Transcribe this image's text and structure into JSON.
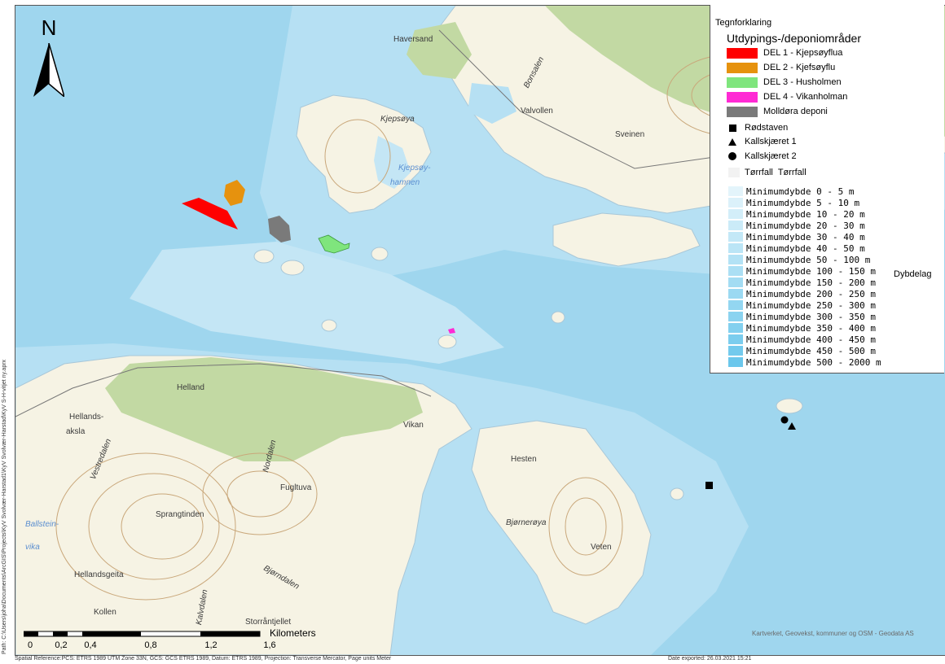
{
  "colors": {
    "deep_water": "#9fd6ee",
    "mid_water": "#b6e0f3",
    "shallow_water": "#d2eefa",
    "land": "#f6f3e4",
    "forest": "#c2d9a3",
    "contour": "#c9a77a",
    "del1": "#ff0000",
    "del2": "#e6920e",
    "del3": "#7fe57d",
    "del4": "#ff2ad4",
    "molldora": "#7a7a7a"
  },
  "map": {
    "north_label": "N",
    "north_icon": "north-arrow",
    "places": {
      "haversand": "Haversand",
      "bonsalen": "Bonsalen",
      "valvollen": "Valvollen",
      "sveinen": "Sveinen",
      "kjepsoya": "Kjepsøya",
      "kjepsoy": "Kjepsøy-",
      "hamnen": "hamnen",
      "helland": "Helland",
      "hellands": "Hellands-",
      "aksla": "aksla",
      "vestredalen": "Vestredalen",
      "nordalen": "Nordalen",
      "fugltuva": "Fugltuva",
      "sprangtinden": "Sprangtinden",
      "ballstein": "Ballstein-",
      "vika": "vika",
      "hellandsgeita": "Hellandsgeita",
      "bjornadalen": "Bjørndalen",
      "kollen": "Kollen",
      "kalvdalen": "Kalvdalen",
      "storrantjellet": "Storråntjellet",
      "vikan": "Vikan",
      "hesten": "Hesten",
      "bjornaroya": "Bjørnerøya",
      "veten": "Veten"
    },
    "scale": {
      "ticks": [
        "0",
        "0,2",
        "0,4",
        "0,8",
        "1,2",
        "1,6"
      ],
      "unit": "Kilometers"
    },
    "credit": "Kartverket, Geovekst, kommuner og OSM - Geodata AS"
  },
  "legend": {
    "title": "Tegnforklaring",
    "subtitle": "Utdypings-/deponiområder",
    "areas": [
      {
        "label": "DEL 1 - Kjepsøyflua",
        "color": "#ff0000"
      },
      {
        "label": "DEL 2 - Kjefsøyflu",
        "color": "#e6920e"
      },
      {
        "label": "DEL 3 - Husholmen",
        "color": "#7fe57d"
      },
      {
        "label": "DEL 4 - Vikanholman",
        "color": "#ff2ad4"
      },
      {
        "label": "Molldøra deponi",
        "color": "#7a7a7a"
      }
    ],
    "points": [
      {
        "label": "Rødstaven",
        "symbol": "square"
      },
      {
        "label": "Kallskjæret 1",
        "symbol": "triangle"
      },
      {
        "label": "Kallskjæret 2",
        "symbol": "circle"
      }
    ],
    "torrfall_a": "Tørrfall",
    "torrfall_b": "Tørrfall",
    "depth_group": "Dybdelag",
    "depths": [
      {
        "label": "Minimumdybde 0 - 5 m",
        "color": "#e3f4fb"
      },
      {
        "label": "Minimumdybde 5 - 10 m",
        "color": "#dbf1fa"
      },
      {
        "label": "Minimumdybde 10 - 20 m",
        "color": "#d3eef9"
      },
      {
        "label": "Minimumdybde 20 - 30 m",
        "color": "#cbebf8"
      },
      {
        "label": "Minimumdybde 30 - 40 m",
        "color": "#c3e8f7"
      },
      {
        "label": "Minimumdybde 40 - 50 m",
        "color": "#bbe5f6"
      },
      {
        "label": "Minimumdybde 50 - 100 m",
        "color": "#b3e2f5"
      },
      {
        "label": "Minimumdybde 100 - 150 m",
        "color": "#abdff4"
      },
      {
        "label": "Minimumdybde 150 - 200 m",
        "color": "#a3dcf3"
      },
      {
        "label": "Minimumdybde 200 - 250 m",
        "color": "#9bd9f2"
      },
      {
        "label": "Minimumdybde 250 - 300 m",
        "color": "#93d6f1"
      },
      {
        "label": "Minimumdybde 300 - 350 m",
        "color": "#8bd3f0"
      },
      {
        "label": "Minimumdybde 350 - 400 m",
        "color": "#83d0ef"
      },
      {
        "label": "Minimumdybde 400 - 450 m",
        "color": "#7bcdee"
      },
      {
        "label": "Minimumdybde 450 - 500 m",
        "color": "#73caed"
      },
      {
        "label": "Minimumdybde 500 - 2000 m",
        "color": "#6bc7ec"
      }
    ]
  },
  "footer": {
    "path": "Path: C:\\Users\\joha\\Documents\\ArcGIS\\Projects\\KyV Svolvær-Harstad1\\KyV Svolvær-Harstad\\KyV S-H-vitjet ny.aprx",
    "spatial": "Spatial Reference:PCS: ETRS 1989 UTM Zone 33N, GCS: GCS ETRS 1989, Datum: ETRS 1989, Projection: Transverse Mercator, Page units Meter",
    "exported": "Date exported: 26.03.2021 15:21"
  }
}
